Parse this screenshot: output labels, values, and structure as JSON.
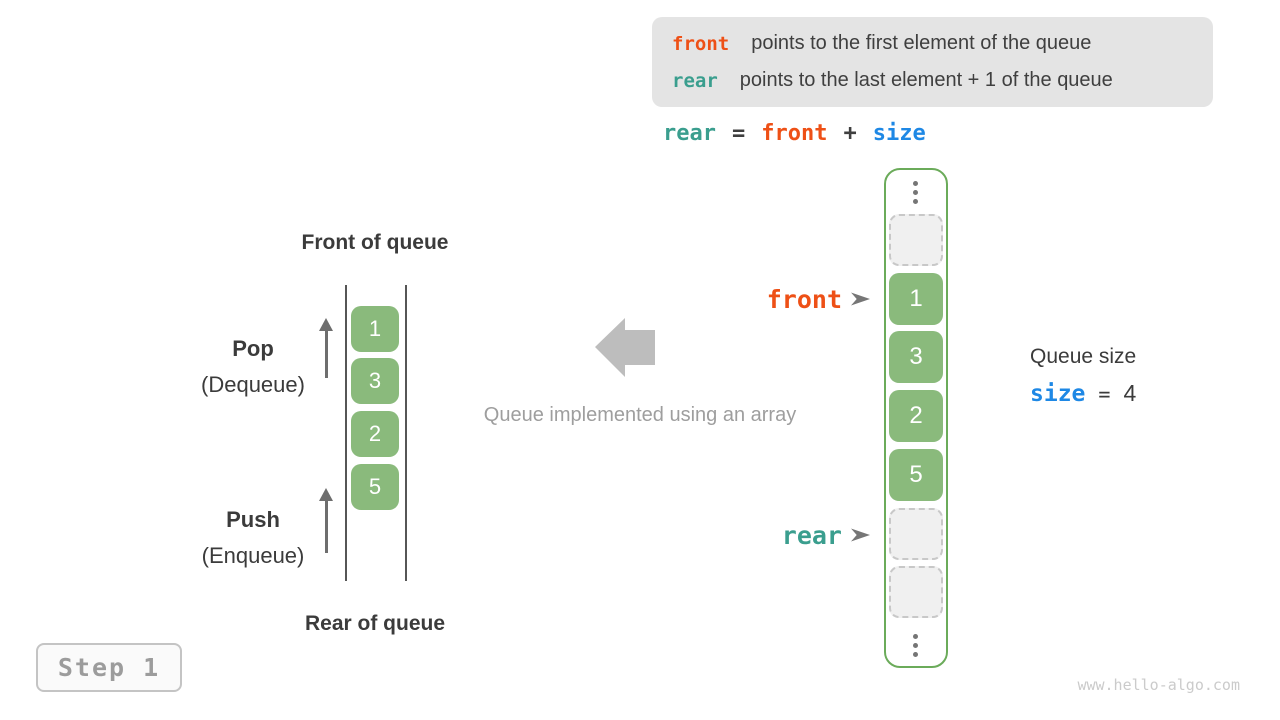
{
  "colors": {
    "front_orange": "#ee5016",
    "rear_teal": "#3a9e8e",
    "size_blue": "#1e88e5",
    "cell_green": "#8aba7c",
    "array_border_green": "#6bab5a",
    "legend_bg": "#e4e4e4",
    "dark_text": "#3f3f3f",
    "muted_gray": "#9e9e9e"
  },
  "legend": {
    "lines": [
      {
        "var": "front",
        "text": "points to the first element of the queue"
      },
      {
        "var": "rear",
        "text": "points to the last element + 1 of the queue"
      }
    ]
  },
  "formula": {
    "tokens": [
      {
        "text": "rear"
      },
      {
        "text": "="
      },
      {
        "text": "front"
      },
      {
        "text": "+"
      },
      {
        "text": "size"
      }
    ]
  },
  "left_queue": {
    "front_label": "Front of queue",
    "rear_label": "Rear of queue",
    "pop": {
      "label": "Pop",
      "sub": "(Dequeue)"
    },
    "push": {
      "label": "Push",
      "sub": "(Enqueue)"
    },
    "values": [
      "1",
      "3",
      "2",
      "5"
    ]
  },
  "caption": "Queue implemented using an array",
  "array": {
    "front_pointer": "front",
    "rear_pointer": "rear",
    "cells": [
      {
        "type": "ellipsis"
      },
      {
        "type": "empty"
      },
      {
        "type": "filled",
        "value": "1"
      },
      {
        "type": "filled",
        "value": "3"
      },
      {
        "type": "filled",
        "value": "2"
      },
      {
        "type": "filled",
        "value": "5"
      },
      {
        "type": "empty"
      },
      {
        "type": "empty"
      },
      {
        "type": "ellipsis"
      }
    ]
  },
  "size_info": {
    "title": "Queue size",
    "var": "size",
    "eq": "=",
    "value": "4"
  },
  "step_badge": {
    "label": "Step 1"
  },
  "watermark": "www.hello-algo.com"
}
